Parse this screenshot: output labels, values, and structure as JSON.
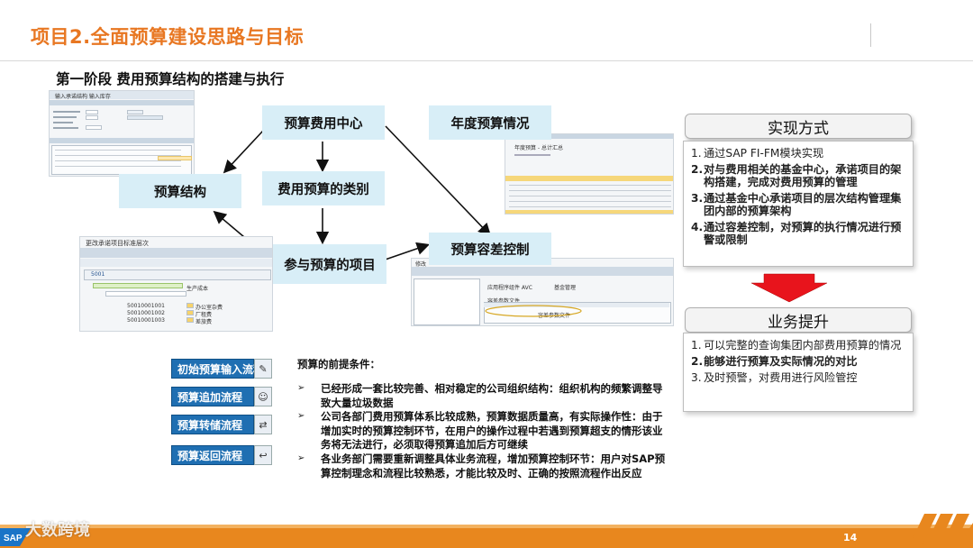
{
  "header": {
    "title": "项目2.全面预算建设思路与目标"
  },
  "stage_title": "第一阶段  费用预算结构的搭建与执行",
  "flow": {
    "budget_cost_center": "预算费用中心",
    "budget_structure": "预算结构",
    "cost_budget_category": "费用预算的类别",
    "budget_items": "参与预算的项目",
    "annual_budget": "年度预算情况",
    "budget_tolerance": "预算容差控制"
  },
  "thumbnails": {
    "structure_title": "输入承诺结构  输入库存",
    "hierarchy_title": "更改承诺项目标准层次",
    "hierarchy_nodes": [
      "5001",
      "50010001",
      "50010001001",
      "50010001002",
      "50010001003"
    ],
    "hierarchy_labels": [
      "生产成本",
      "",
      "办公室杂费",
      "厂租费",
      "差旅费"
    ],
    "annual_title": "年度预算 - 总计汇总",
    "tolerance_title": "修改",
    "tolerance_fields": [
      "应用程序组件  AVC",
      "基金管理",
      "容差参数文件",
      "容差参数文件"
    ]
  },
  "right": {
    "method_header": "实现方式",
    "method_items": [
      {
        "num": "1.",
        "text": "通过SAP FI-FM模块实现",
        "bold": false
      },
      {
        "num": "2.",
        "text": "对与费用相关的基金中心，承诺项目的架构搭建，完成对费用预算的管理",
        "bold": true
      },
      {
        "num": "3.",
        "text": "通过基金中心承诺项目的层次结构管理集团内部的预算架构",
        "bold": true
      },
      {
        "num": "4.",
        "text": "通过容差控制，对预算的执行情况进行预警或限制",
        "bold": true
      }
    ],
    "improve_header": "业务提升",
    "improve_items": [
      {
        "num": "1.",
        "text": "可以完整的查询集团内部费用预算的情况",
        "bold": false
      },
      {
        "num": "2.",
        "text": "能够进行预算及实际情况的对比",
        "bold": true
      },
      {
        "num": "3.",
        "text": "及时预警，对费用进行风险管控",
        "bold": false
      }
    ]
  },
  "processes": [
    {
      "label": "初始预算输入流程"
    },
    {
      "label": "预算追加流程"
    },
    {
      "label": "预算转储流程"
    },
    {
      "label": "预算返回流程"
    }
  ],
  "conditions": {
    "title": "预算的前提条件：",
    "items": [
      "已经形成一套比较完善、相对稳定的公司组织结构：组织机构的频繁调整导致大量垃圾数据",
      "公司各部门费用预算体系比较成熟，预算数据质量高，有实际操作性：由于增加实时的预算控制环节，在用户的操作过程中若遇到预算超支的情形该业务将无法进行，必须取得预算追加后方可继续",
      "各业务部门需要重新调整具体业务流程，增加预算控制环节：用户对SAP预算控制理念和流程比较熟悉，才能比较及时、正确的按照流程作出反应"
    ]
  },
  "footer": {
    "page_number": "14",
    "watermark": "大数跨境",
    "logo_text": "SAP"
  },
  "colors": {
    "accent": "#e87722",
    "flow_box": "#d8eef7",
    "process_button": "#1f6fb2",
    "arrow_down": "#e8141c",
    "footer": "#e8871e"
  }
}
